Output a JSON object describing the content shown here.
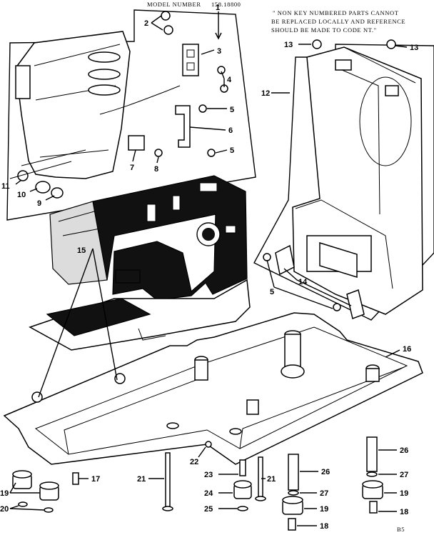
{
  "header": {
    "model_prefix": "MODEL NUMBER",
    "model_number": "158.18800"
  },
  "note": {
    "line1": "\" NON KEY NUMBERED PARTS CANNOT",
    "line2": "BE REPLACED LOCALLY AND REFERENCE",
    "line3": "SHOULD BE MADE TO CODE NT.\""
  },
  "footer": {
    "code": "B5"
  },
  "labels": {
    "l1": "1",
    "l2": "2",
    "l3": "3",
    "l4": "4",
    "l5a": "5",
    "l5b": "5",
    "l5c": "5",
    "l6": "6",
    "l7": "7",
    "l8": "8",
    "l9": "9",
    "l10": "10",
    "l11": "11",
    "l12": "12",
    "l13a": "13",
    "l13b": "13",
    "l14": "14",
    "l15": "15",
    "l16": "16",
    "l17": "17",
    "l18a": "18",
    "l18b": "18",
    "l19a": "19",
    "l19b": "19",
    "l19c": "19",
    "l20": "20",
    "l21a": "21",
    "l21b": "21",
    "l22": "22",
    "l23": "23",
    "l24": "24",
    "l25": "25",
    "l26a": "26",
    "l26b": "26",
    "l27a": "27",
    "l27b": "27"
  }
}
